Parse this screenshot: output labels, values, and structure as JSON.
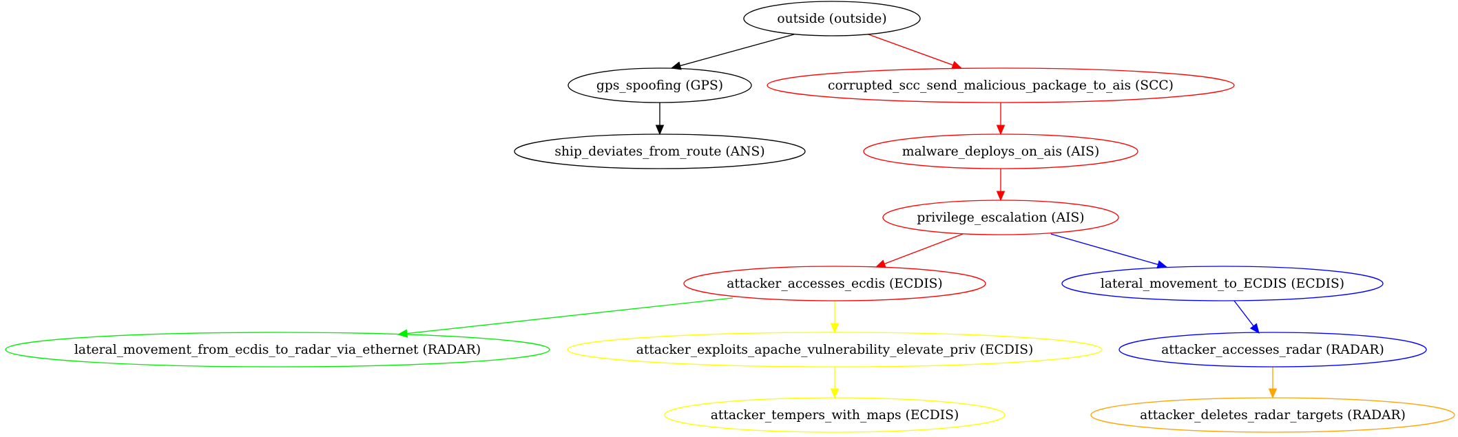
{
  "nodes": [
    {
      "id": "outside",
      "label": "outside (outside)",
      "color": "#000000"
    },
    {
      "id": "gps_spoofing",
      "label": "gps_spoofing (GPS)",
      "color": "#000000"
    },
    {
      "id": "corrupted_scc",
      "label": "corrupted_scc_send_malicious_package_to_ais (SCC)",
      "color": "#ff0000"
    },
    {
      "id": "ship_deviates",
      "label": "ship_deviates_from_route (ANS)",
      "color": "#000000"
    },
    {
      "id": "malware_deploys",
      "label": "malware_deploys_on_ais (AIS)",
      "color": "#ff0000"
    },
    {
      "id": "privilege_escalation",
      "label": "privilege_escalation (AIS)",
      "color": "#ff0000"
    },
    {
      "id": "attacker_accesses_ecdis",
      "label": "attacker_accesses_ecdis (ECDIS)",
      "color": "#ff0000"
    },
    {
      "id": "lateral_movement_ecdis",
      "label": "lateral_movement_to_ECDIS (ECDIS)",
      "color": "#0000ff"
    },
    {
      "id": "lateral_movement_radar",
      "label": "lateral_movement_from_ecdis_to_radar_via_ethernet (RADAR)",
      "color": "#00ee00"
    },
    {
      "id": "exploits_apache",
      "label": "attacker_exploits_apache_vulnerability_elevate_priv (ECDIS)",
      "color": "#ffff00"
    },
    {
      "id": "accesses_radar",
      "label": "attacker_accesses_radar (RADAR)",
      "color": "#0000ff"
    },
    {
      "id": "tempers_maps",
      "label": "attacker_tempers_with_maps (ECDIS)",
      "color": "#ffff00"
    },
    {
      "id": "deletes_radar",
      "label": "attacker_deletes_radar_targets (RADAR)",
      "color": "#ffa500"
    }
  ],
  "edges": [
    {
      "from": "outside",
      "to": "gps_spoofing",
      "color": "#000000"
    },
    {
      "from": "outside",
      "to": "corrupted_scc",
      "color": "#ff0000"
    },
    {
      "from": "gps_spoofing",
      "to": "ship_deviates",
      "color": "#000000"
    },
    {
      "from": "corrupted_scc",
      "to": "malware_deploys",
      "color": "#ff0000"
    },
    {
      "from": "malware_deploys",
      "to": "privilege_escalation",
      "color": "#ff0000"
    },
    {
      "from": "privilege_escalation",
      "to": "attacker_accesses_ecdis",
      "color": "#ff0000"
    },
    {
      "from": "privilege_escalation",
      "to": "lateral_movement_ecdis",
      "color": "#0000ff"
    },
    {
      "from": "attacker_accesses_ecdis",
      "to": "lateral_movement_radar",
      "color": "#00ee00"
    },
    {
      "from": "attacker_accesses_ecdis",
      "to": "exploits_apache",
      "color": "#ffff00"
    },
    {
      "from": "lateral_movement_ecdis",
      "to": "accesses_radar",
      "color": "#0000ff"
    },
    {
      "from": "exploits_apache",
      "to": "tempers_maps",
      "color": "#ffff00"
    },
    {
      "from": "accesses_radar",
      "to": "deletes_radar",
      "color": "#ffa500"
    }
  ]
}
